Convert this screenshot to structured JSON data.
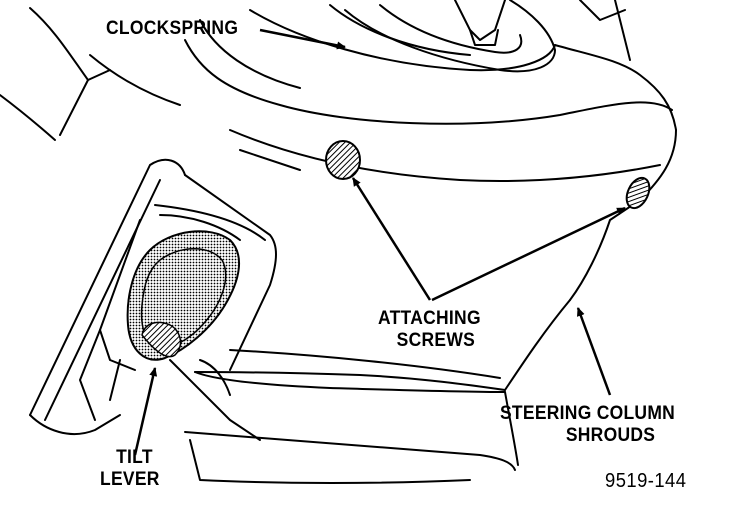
{
  "labels": {
    "clockspring": "CLOCKSPRING",
    "attaching_screws": [
      "ATTACHING",
      "SCREWS"
    ],
    "steering_column_shrouds": [
      "STEERING COLUMN",
      "SHROUDS"
    ],
    "tilt_lever": [
      "TILT",
      "LEVER"
    ]
  },
  "figure_number": "9519-144",
  "colors": {
    "ink": "#000000",
    "paper": "#ffffff"
  }
}
